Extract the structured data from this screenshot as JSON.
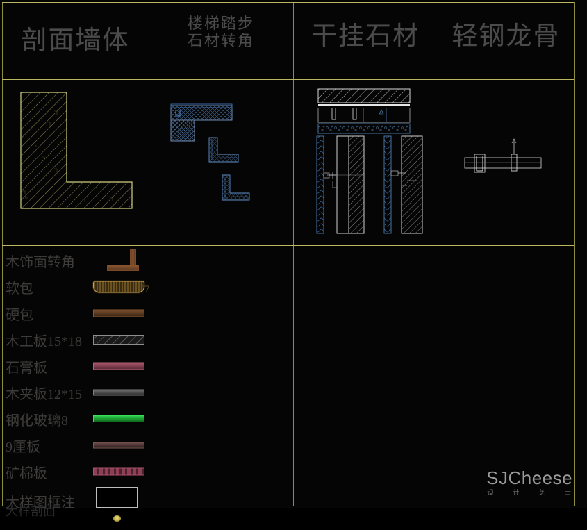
{
  "meta": {
    "background_color": "#000000",
    "grid_line_color": "#8e8d3f",
    "title_text_color": "#4b4b4b",
    "legend_text_color": "#3d3c3a"
  },
  "header": {
    "cells": [
      {
        "id": "section-wall",
        "title": "剖面墙体",
        "lines": [
          "剖面墙体"
        ],
        "size": "large"
      },
      {
        "id": "stair-stone",
        "title": "楼梯踏步 石材转角",
        "lines": [
          "楼梯踏步",
          "石材转角"
        ],
        "size": "small"
      },
      {
        "id": "dry-hang-stone",
        "title": "干挂石材",
        "lines": [
          "干挂石材"
        ],
        "size": "large"
      },
      {
        "id": "steel-keel",
        "title": "轻钢龙骨",
        "lines": [
          "轻钢龙骨"
        ],
        "size": "large"
      }
    ]
  },
  "drawings": {
    "cells": [
      {
        "id": "wall-section-L",
        "caption": "剖面墙体",
        "line_color": "#c9c878",
        "hatch": "diagonal-45"
      },
      {
        "id": "stair-corner-detail",
        "caption": "楼梯踏步石材转角",
        "line_color": "#3b6fb0",
        "hatch": "cross"
      },
      {
        "id": "dry-hang-detail",
        "caption": "干挂石材",
        "line_color": "#c8c8c8",
        "hatch": "diagonal-45"
      },
      {
        "id": "keel-detail",
        "caption": "轻钢龙骨",
        "line_color": "#b4b4b4",
        "hatch": "none"
      }
    ]
  },
  "legend": {
    "items": [
      {
        "label": "木饰面转角",
        "swatch": "corner-brown",
        "color": "#8a5630"
      },
      {
        "label": "软包",
        "swatch": "soft-pad",
        "color": "#c8a454"
      },
      {
        "label": "硬包",
        "swatch": "bar-brown",
        "color": "#8a5831"
      },
      {
        "label": "木工板15*18",
        "swatch": "zigzag",
        "color": "#8e8e8e"
      },
      {
        "label": "石膏板",
        "swatch": "bar-pink",
        "color": "#b4637a"
      },
      {
        "label": "木夹板12*15",
        "swatch": "bar-gray",
        "color": "#7d7d7d"
      },
      {
        "label": "钢化玻璃8",
        "swatch": "bar-green",
        "color": "#37e055"
      },
      {
        "label": "9厘板",
        "swatch": "bar-mauve",
        "color": "#7a5555"
      },
      {
        "label": "矿棉板",
        "swatch": "bar-rose",
        "color": "#a9536a"
      },
      {
        "label": "大样图框注",
        "swatch": "detail-frame",
        "color": "#bdbdbd"
      }
    ],
    "clipped_next_label": "大样剖面"
  },
  "watermark": {
    "brand": "SJCheese",
    "subtitle": "设 计 芝 士"
  }
}
